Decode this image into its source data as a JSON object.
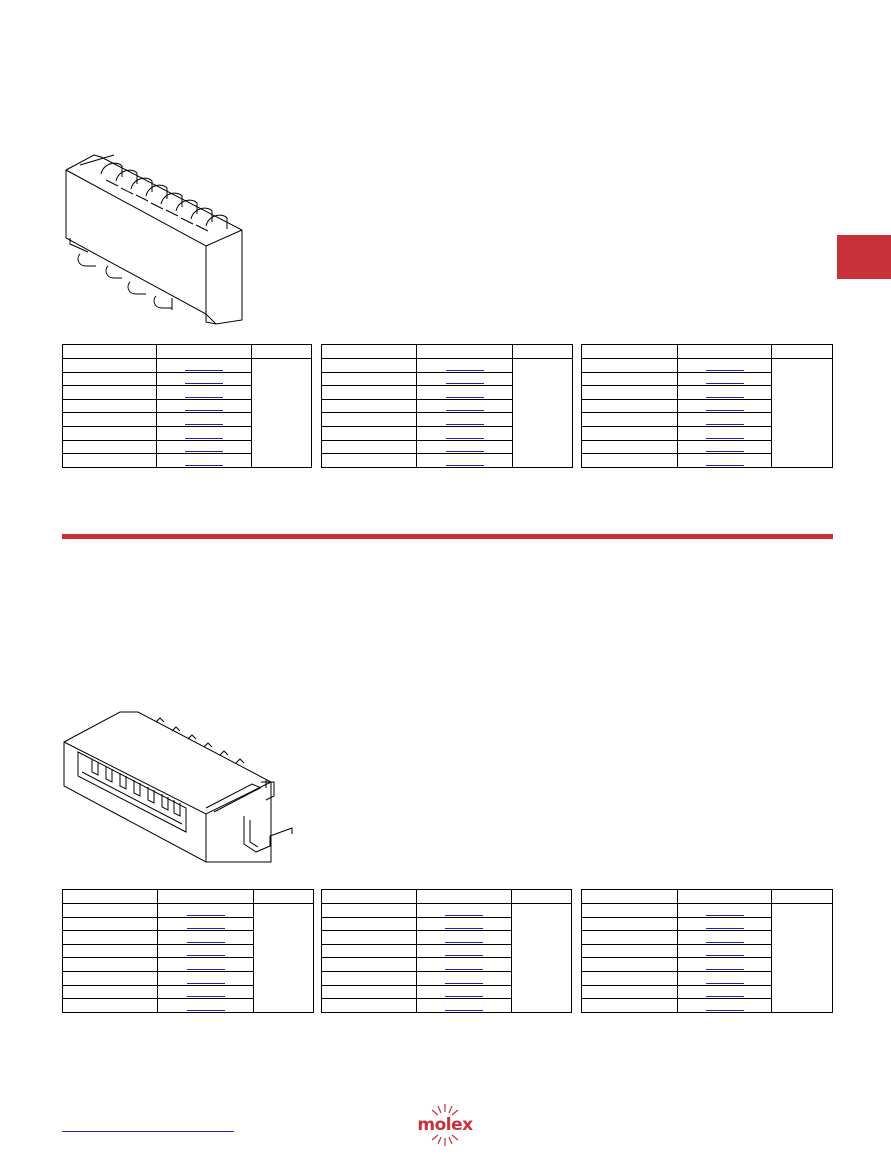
{
  "colors": {
    "accent": "#c8313a",
    "link": "#2222aa",
    "line": "#000000"
  },
  "side_tab": {
    "color": "#c8313a"
  },
  "section_divider": {
    "color": "#c8313a"
  },
  "brand": {
    "logo_text": "molex",
    "color": "#c8313a",
    "icon": "molex-logo"
  },
  "part_tables": {
    "rows_per_table": 8,
    "top_group": {
      "rows_with_links": [
        [
          1,
          1,
          1,
          1,
          1,
          1,
          1,
          1
        ],
        [
          1,
          1,
          1,
          1,
          1,
          1,
          1,
          1
        ],
        [
          1,
          1,
          1,
          1,
          1,
          1,
          1,
          1
        ]
      ]
    },
    "bottom_group": {
      "rows_with_links": [
        [
          1,
          1,
          1,
          1,
          1,
          1,
          1,
          1
        ],
        [
          1,
          1,
          1,
          1,
          1,
          1,
          1,
          1
        ],
        [
          1,
          1,
          1,
          1,
          1,
          1,
          1,
          1
        ]
      ]
    }
  },
  "footer": {
    "link_text": ""
  }
}
